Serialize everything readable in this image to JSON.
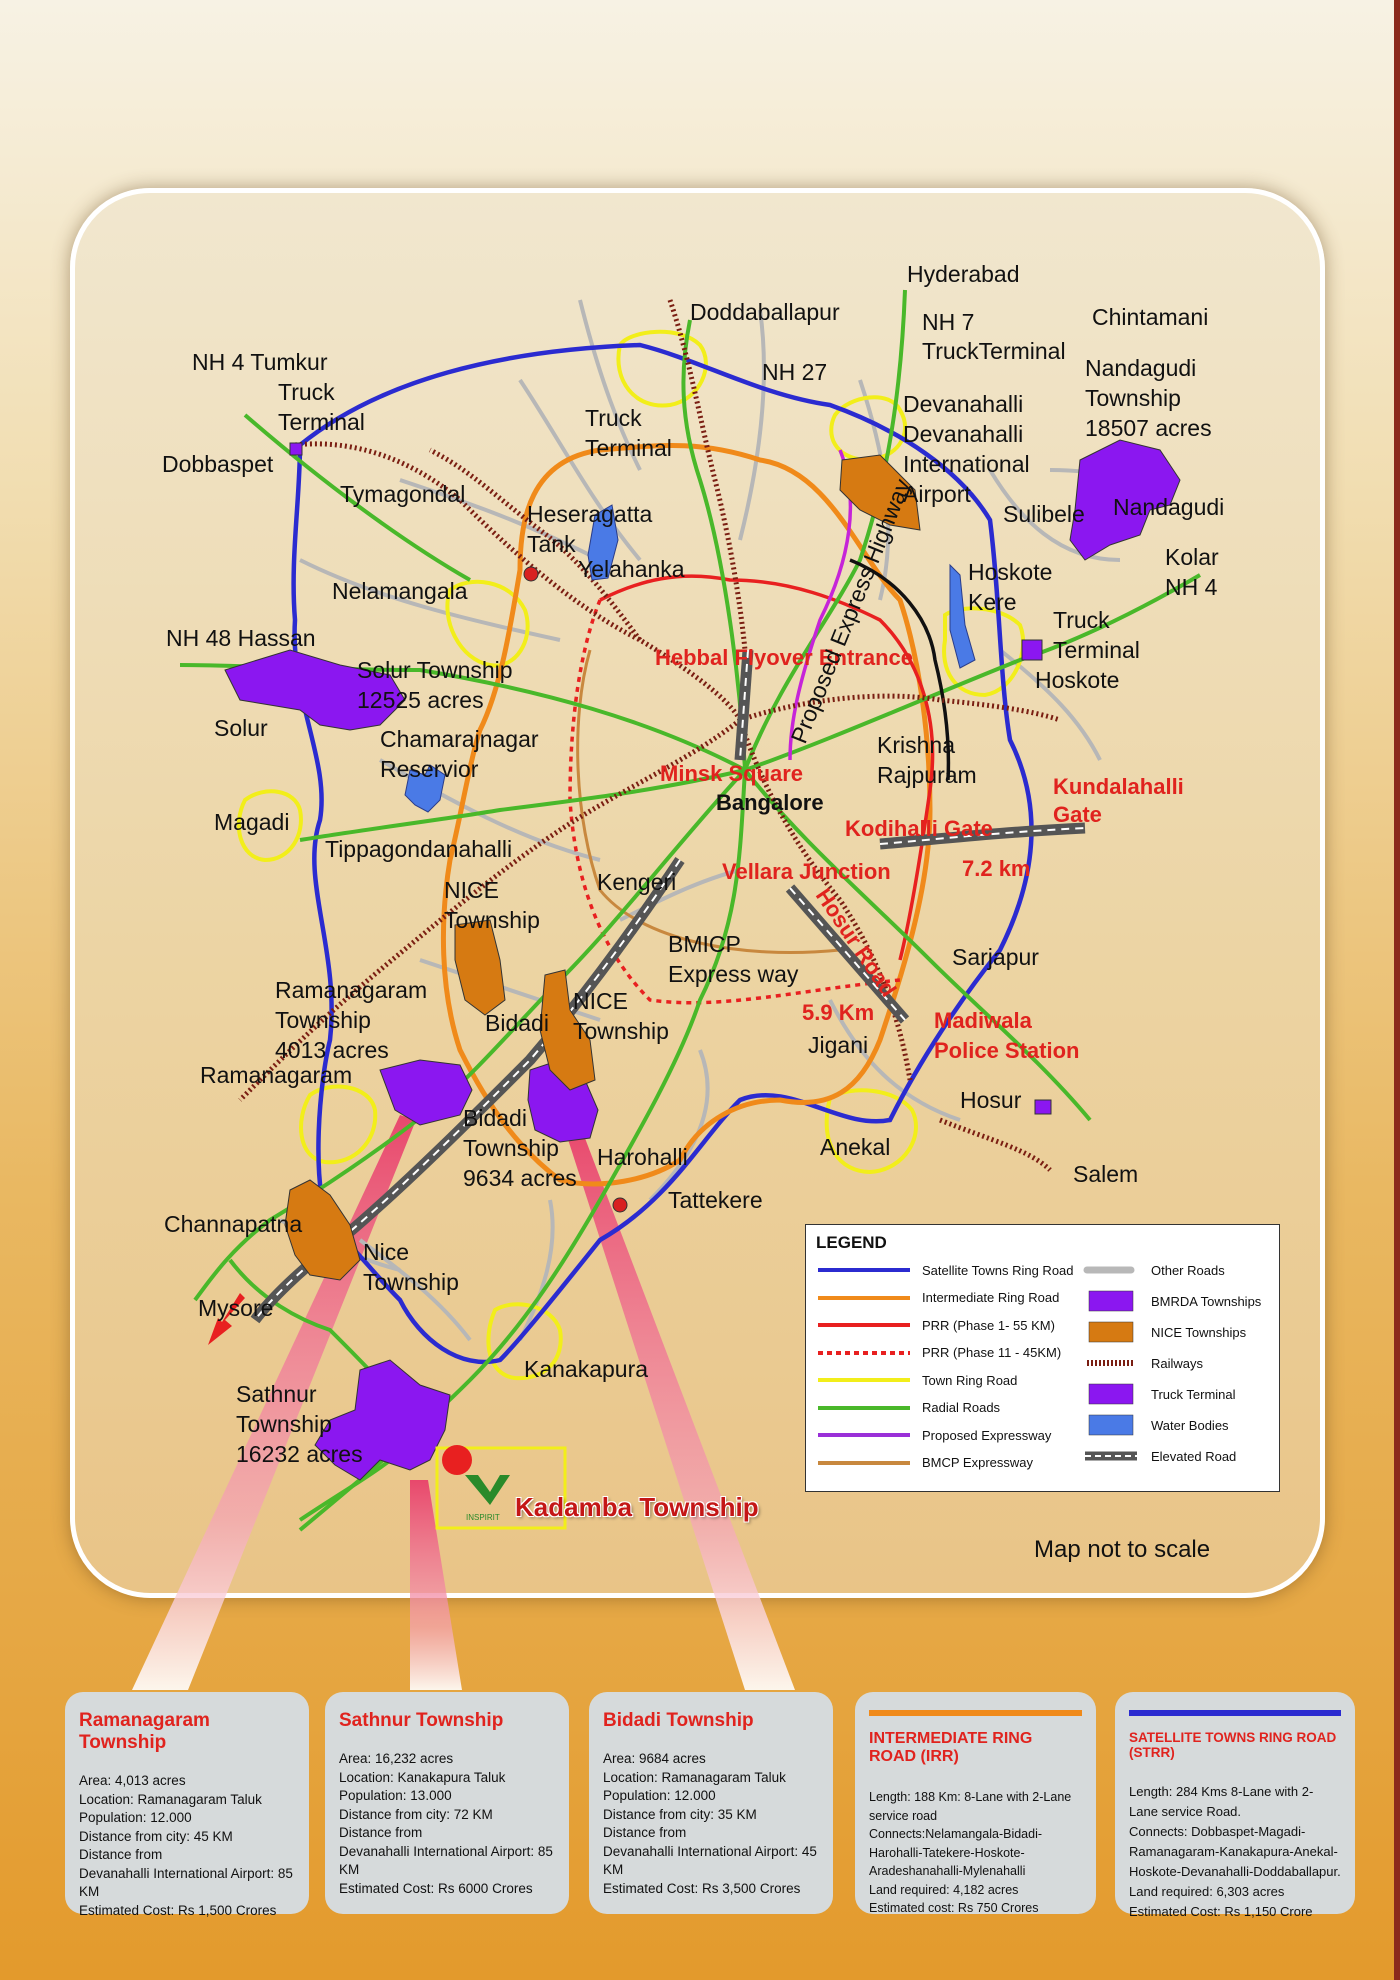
{
  "map": {
    "labels": {
      "hyderabad": "Hyderabad",
      "doddaballapur": "Doddaballapur",
      "nh7": "NH 7",
      "truck_terminal_nh7": "TruckTerminal",
      "chintamani": "Chintamani",
      "nh4_tumkur": "NH 4 Tumkur",
      "truck": "Truck",
      "terminal": "Terminal",
      "nh27": "NH 27",
      "nandagudi_township": "Nandagudi",
      "township_word": "Township",
      "nandagudi_acres": "18507 acres",
      "dobbaspet": "Dobbaspet",
      "truck2": "Truck",
      "terminal2": "Terminal",
      "devanahalli": "Devanahalli",
      "devanahalli2": "Devanahalli",
      "international": "International",
      "airport": "Airport",
      "tymagondal": "Tymagondal",
      "heseragatta": "Heseragatta",
      "tank": "Tank",
      "sulibele": "Sulibele",
      "nandagudi": "Nandagudi",
      "yelahanka": "Yelahanka",
      "hoskote": "Hoskote",
      "kere": "Kere",
      "kolar": "Kolar",
      "nh4": "NH 4",
      "nelamangala": "Nelamangala",
      "truck3": "Truck",
      "terminal3": "Terminal",
      "hoskote2": "Hoskote",
      "nh48_hassan": "NH 48 Hassan",
      "solur_township": "Solur Township",
      "solur_acres": "12525 acres",
      "solur": "Solur",
      "chamarajnagar": "Chamarajnagar",
      "reservior": "Reservior",
      "krishna": "Krishna",
      "rajpuram": "Rajpuram",
      "kundalahalli": "Kundalahalli",
      "gate": "Gate",
      "bangalore": "Bangalore",
      "magadi": "Magadi",
      "tippagondanahalli": "Tippagondanahalli",
      "kodihalli_gate": "Kodihalli Gate",
      "km72": "7.2 km",
      "nice": "NICE",
      "township_nice": "Township",
      "kengeri": "Kengeri",
      "vellara_junction": "Vellara Junction",
      "hosur_road": "Hosur Road",
      "bmicp": "BMICP",
      "expressway": "Express way",
      "sarjapur": "Sarjapur",
      "ramanagaram_township": "Ramanagaram",
      "ramanagaram_t2": "Township",
      "ramanagaram_acres": "4013 acres",
      "bidadi": "Bidadi",
      "nice2": "NICE",
      "township_nice2": "Township",
      "km59": "5.9 Km",
      "madiwala": "Madiwala",
      "police_station": "Police Station",
      "jigani": "Jigani",
      "ramanagaram": "Ramanagaram",
      "hosur": "Hosur",
      "bidadi_township": "Bidadi",
      "bidadi_t2": "Township",
      "bidadi_acres": "9634 acres",
      "harohalli": "Harohalli",
      "anekal": "Anekal",
      "salem": "Salem",
      "tattekere": "Tattekere",
      "channapatna": "Channapatna",
      "nice_township_a": "Nice",
      "nice_township_b": "Township",
      "mysore": "Mysore",
      "kanakapura": "Kanakapura",
      "sathnur_a": "Sathnur",
      "sathnur_b": "Township",
      "sathnur_acres": "16232 acres",
      "hebbal": "Hebbal Flyover Entrance",
      "minsk": "Minsk Square",
      "proposed_expressway": "Proposed Express Highway"
    },
    "kadamba": "Kadamba Township",
    "logo_text": "INSPIRIT",
    "scale_note": "Map not to scale"
  },
  "legend": {
    "title": "LEGEND",
    "items_left": [
      {
        "label": "Satellite Towns Ring Road",
        "color": "#2b2bd0",
        "style": "solid"
      },
      {
        "label": "Intermediate Ring Road",
        "color": "#f08a1a",
        "style": "solid"
      },
      {
        "label": "PRR (Phase 1- 55 KM)",
        "color": "#e82020",
        "style": "solid"
      },
      {
        "label": "PRR (Phase 11 - 45KM)",
        "color": "#e82020",
        "style": "dotted"
      },
      {
        "label": "Town Ring Road",
        "color": "#f2ee1a",
        "style": "solid"
      },
      {
        "label": "Radial Roads",
        "color": "#49b82a",
        "style": "solid"
      },
      {
        "label": "Proposed Expressway",
        "color": "#9a2fd8",
        "style": "solid"
      },
      {
        "label": "BMCP Expressway",
        "color": "#c8883e",
        "style": "solid"
      }
    ],
    "items_right": [
      {
        "label": "Other Roads",
        "color": "#b8b8b8"
      },
      {
        "label": "BMRDA Townships",
        "color": "#8b17f0"
      },
      {
        "label": "NICE Townships",
        "color": "#d67a12"
      },
      {
        "label": "Railways",
        "color": "#7a1e12"
      },
      {
        "label": "Truck Terminal",
        "color": "#8b17f0"
      },
      {
        "label": "Water Bodies",
        "color": "#4a7ae6"
      },
      {
        "label": "Elevated Road",
        "color": "#555555"
      }
    ]
  },
  "cards": [
    {
      "title": "Ramanagaram Township",
      "lines": [
        "Area: 4,013 acres",
        "Location:  Ramanagaram Taluk",
        "Population: 12.000",
        "Distance from city: 45 KM",
        "Distance from",
        "Devanahalli International Airport: 85 KM",
        "Estimated Cost: Rs 1,500 Crores"
      ]
    },
    {
      "title": "Sathnur Township",
      "lines": [
        "Area: 16,232 acres",
        "Location:  Kanakapura Taluk",
        "Population: 13.000",
        "Distance from city: 72 KM",
        "Distance from",
        "Devanahalli International Airport: 85 KM",
        "Estimated Cost: Rs 6000 Crores"
      ]
    },
    {
      "title": "Bidadi Township",
      "lines": [
        "Area: 9684 acres",
        "Location:  Ramanagaram Taluk",
        "Population: 12.000",
        "Distance from city: 35 KM",
        "Distance from",
        "Devanahalli International Airport: 45 KM",
        "Estimated Cost: Rs 3,500 Crores"
      ]
    },
    {
      "title": "INTERMEDIATE RING ROAD (IRR)",
      "bar_color": "#f08a1a",
      "lines": [
        "Length: 188 Km: 8-Lane with 2-Lane service road",
        "Connects:Nelamangala-Bidadi-Harohalli-Tatekere-Hoskote-Aradeshanahalli-Mylenahalli",
        "Land required: 4,182 acres",
        "Estimated cost: Rs 750 Crores"
      ]
    },
    {
      "title": "SATELLITE TOWNS RING ROAD (STRR)",
      "bar_color": "#2b2bd0",
      "lines": [
        "Length: 284 Kms 8-Lane with 2-Lane service Road.",
        "Connects: Dobbaspet-Magadi-Ramanagaram-Kanakapura-Anekal-Hoskote-Devanahalli-Doddaballapur.",
        "Land required: 6,303 acres",
        "Estimated Cost: Rs 1,150 Crore"
      ]
    }
  ]
}
